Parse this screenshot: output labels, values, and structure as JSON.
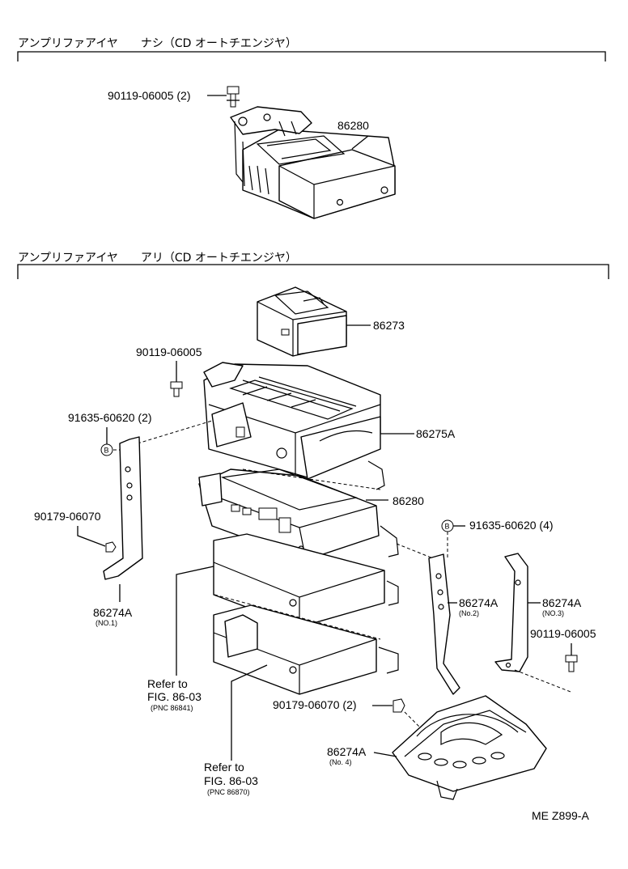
{
  "sections": [
    {
      "header": "アンプリファアイヤ　　ナシ（CD オートチエンジヤ）"
    },
    {
      "header": "アンプリファアイヤ　　アリ（CD オートチエンジヤ）"
    }
  ],
  "labels": {
    "top_bolt": "90119-06005 (2)",
    "top_unit": "86280",
    "magazine": "86273",
    "changer_bolt": "90119-06005",
    "left_screw": "91635-60620 (2)",
    "changer": "86275A",
    "amp_unit": "86280",
    "right_screw": "91635-60620 (4)",
    "left_nut": "90179-06070",
    "bracket1": "86274A",
    "bracket1_sub": "(NO.1)",
    "bracket2": "86274A",
    "bracket2_sub": "(No.2)",
    "bracket3": "86274A",
    "bracket3_sub": "(NO.3)",
    "right_bolt": "90119-06005",
    "bottom_nut": "90179-06070 (2)",
    "bracket4": "86274A",
    "bracket4_sub": "(No. 4)",
    "ref1_a": "Refer  to",
    "ref1_b": "FIG. 86-03",
    "ref1_c": "(PNC  86841)",
    "ref2_a": "Refer  to",
    "ref2_b": "FIG. 86-03",
    "ref2_c": "(PNC  86870)",
    "code": "ME   Z899-A",
    "marker_b": "B"
  }
}
